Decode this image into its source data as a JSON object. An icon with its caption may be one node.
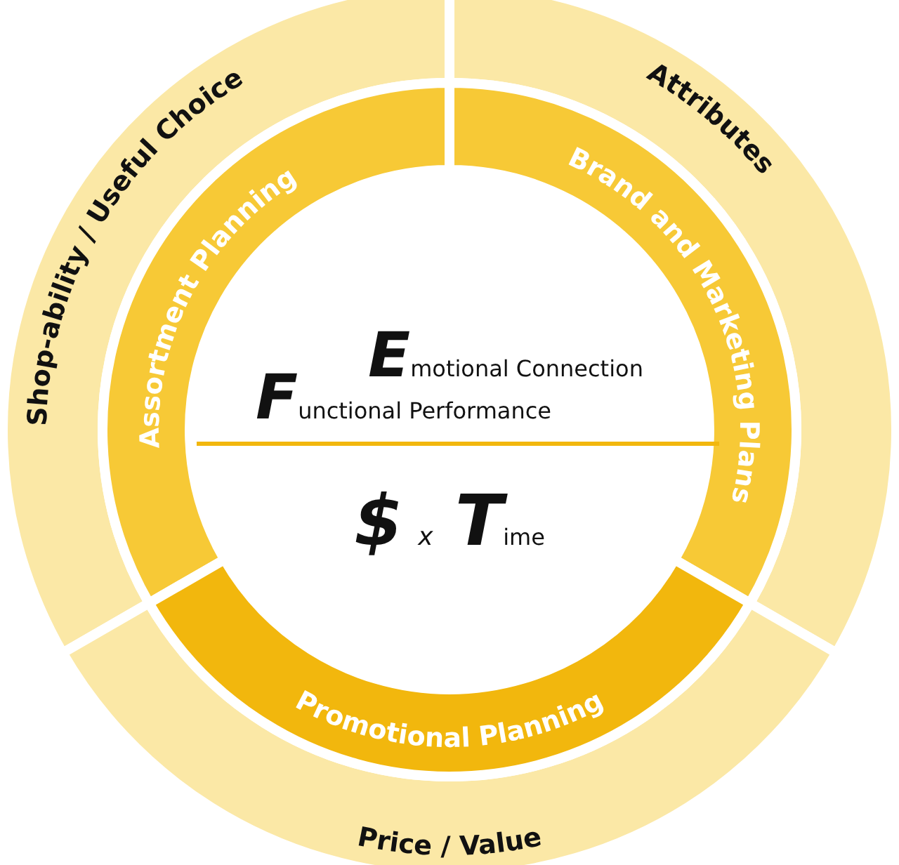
{
  "diagram": {
    "nodes": [
      {
        "text": [
          "Shop-ability / Useful Choice"
        ]
      },
      {
        "text": [
          "Attributes"
        ]
      },
      {
        "text": [
          "Price / Value"
        ]
      },
      {
        "text": [
          "Assortment Planning"
        ]
      },
      {
        "text": [
          "Brand and Marketing Plans"
        ]
      },
      {
        "text": [
          "Promotional Planning"
        ]
      },
      {
        "text": [
          "Emotional Connection",
          "Functional Performance",
          "$ x Time"
        ]
      }
    ],
    "edges": []
  }
}
